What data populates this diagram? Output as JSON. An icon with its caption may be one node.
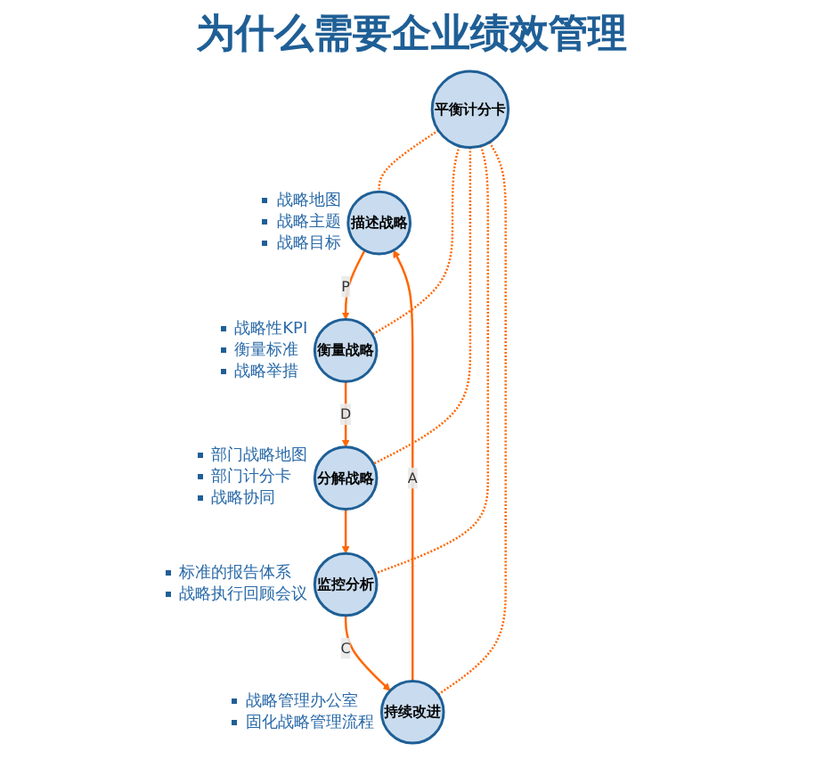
{
  "diagram": {
    "title": "为什么需要企业绩效管理",
    "nodes": [
      {
        "text": [
          "描述战略"
        ],
        "beside": [
          "战略地图",
          "战略主题",
          "战略目标"
        ]
      },
      {
        "text": [
          "衡量战略"
        ],
        "beside": [
          "战略性KPI",
          "衡量标准",
          "战略举措"
        ]
      },
      {
        "text": [
          "分解战略"
        ],
        "beside": [
          "部门战略地图",
          "部门计分卡",
          "战略协同"
        ]
      },
      {
        "text": [
          "监控分析"
        ],
        "beside": [
          "标准的报告体系",
          "战略执行回顾会议"
        ]
      },
      {
        "text": [
          "持续改进"
        ],
        "beside": [
          "战略管理办公室",
          "固化战略管理流程"
        ]
      },
      {
        "text": [
          "平衡计分卡"
        ]
      }
    ],
    "edges": [
      {
        "from": 0,
        "to": 1,
        "arrow": "to",
        "label": "P"
      },
      {
        "from": 1,
        "to": 2,
        "arrow": "to",
        "label": "D"
      },
      {
        "from": 2,
        "to": 3,
        "arrow": "to"
      },
      {
        "from": 3,
        "to": 4,
        "arrow": "to",
        "label": "C"
      },
      {
        "from": 4,
        "to": 0,
        "arrow": "to",
        "label": "A"
      },
      {
        "from": 5,
        "to": 0,
        "arrow": "none",
        "style": "dashed"
      },
      {
        "from": 5,
        "to": 1,
        "arrow": "none",
        "style": "dashed"
      },
      {
        "from": 5,
        "to": 2,
        "arrow": "none",
        "style": "dashed"
      },
      {
        "from": 5,
        "to": 3,
        "arrow": "none",
        "style": "dashed"
      },
      {
        "from": 5,
        "to": 4,
        "arrow": "none",
        "style": "dashed"
      }
    ]
  }
}
